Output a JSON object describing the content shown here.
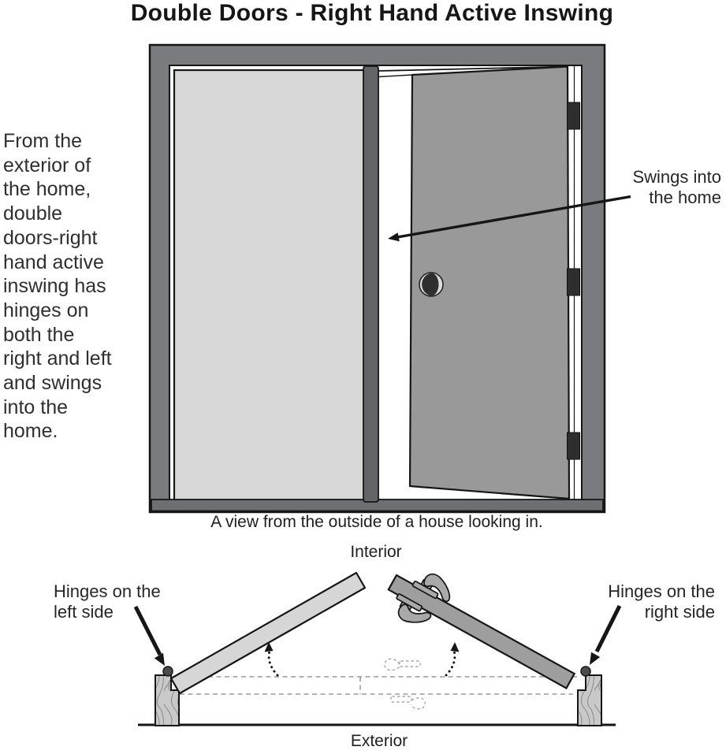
{
  "title": "Double Doors - Right Hand Active Inswing",
  "sidebar_text": "From the\nexterior of\nthe home,\ndouble\ndoors-right\nhand active\ninswing has\nhinges on\nboth the\nright and left\nand swings\ninto the\nhome.",
  "main_diagram": {
    "swing_label": "Swings into\nthe home",
    "caption": "A view from the outside of a house looking in.",
    "hinge_count": 3,
    "left_door_state": "closed",
    "right_door_state": "open inswing"
  },
  "plan_diagram": {
    "interior_label": "Interior",
    "exterior_label": "Exterior",
    "hinges_left_label": "Hinges on the\nleft side",
    "hinges_right_label": "Hinges on the\nright side"
  },
  "palette": {
    "background": "#ffffff",
    "frame_gray": "#7a7b7e",
    "threshold_gray": "#6e6f72",
    "astragal_gray": "#636467",
    "closed_door_gray": "#d7d7d7",
    "open_door_gray": "#999999",
    "plan_left_door_gray": "#d6d6d6",
    "plan_right_door_gray": "#9e9e9e",
    "outline_black": "#161616",
    "hinge_black": "#2e2e2e",
    "dashed_gray": "#9a9a9a",
    "wood_gray": "#c9c9c9"
  }
}
